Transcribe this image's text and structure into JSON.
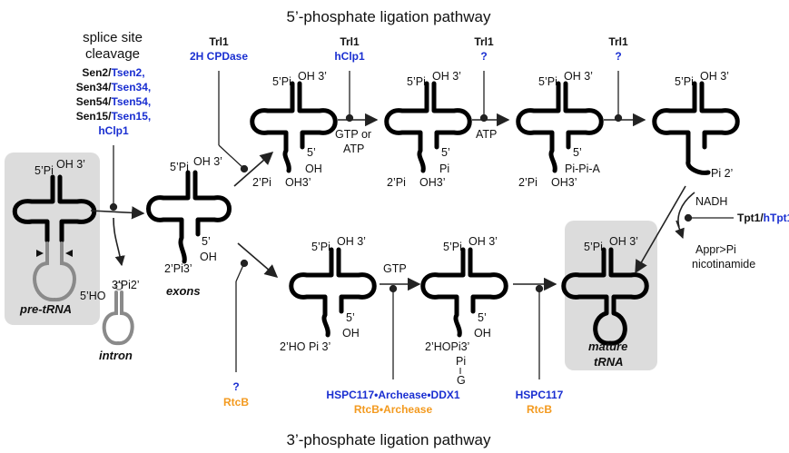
{
  "titles": {
    "top": "5’-phosphate ligation pathway",
    "bottom": "3’-phosphate ligation pathway"
  },
  "splice": {
    "heading1": "splice site",
    "heading2": "cleavage",
    "enzymes": [
      {
        "black": "Sen2/",
        "blue": "Tsen2,"
      },
      {
        "black": "Sen34/",
        "blue": "Tsen34,"
      },
      {
        "black": "Sen54/",
        "blue": "Tsen54,"
      },
      {
        "black": "Sen15/",
        "blue": "Tsen15,"
      }
    ],
    "last": "hClp1"
  },
  "molecules": {
    "pre_trna": "pre-tRNA",
    "intron": "intron",
    "exons": "exons",
    "mature1": "mature",
    "mature2": "tRNA"
  },
  "ends": {
    "p5": "5’Pi",
    "oh3": "OH 3’",
    "p2": "2’Pi",
    "oh3b": "OH3’",
    "ho5": "5’HO",
    "pi2": "3’Pi2’",
    "five": "5’",
    "oh": "OH",
    "pi": "Pi",
    "pipia": "Pi-Pi-A",
    "pi2b": "Pi 2’",
    "p23": "2’Pi3’",
    "hop3": "2’HO Pi 3’",
    "hop3b": "2’HOPi3’",
    "g": "G"
  },
  "top_enzymes": [
    {
      "black": "Trl1",
      "blue": "2H CPDase"
    },
    {
      "black": "Trl1",
      "blue": "hClp1"
    },
    {
      "black": "Trl1",
      "blue": "?"
    },
    {
      "black": "Trl1",
      "blue": "?"
    }
  ],
  "cofactors": {
    "gtp_atp1": "GTP or",
    "gtp_atp2": "ATP",
    "atp": "ATP",
    "gtp": "GTP",
    "nadh": "NADH",
    "appr": "Appr>Pi",
    "nicotinamide": "nicotinamide"
  },
  "tpt": {
    "black": "Tpt1/",
    "blue": "hTpt1"
  },
  "bottom_enzymes": {
    "first_blue": "?",
    "first_orange": "RtcB",
    "second_blue": "HSPC117•Archease•DDX1",
    "second_orange": "RtcB•Archease",
    "third_blue": "HSPC117",
    "third_orange": "RtcB"
  },
  "colors": {
    "human": "#1a2fd1",
    "bacterial": "#f39a1f",
    "box": "#dcdcdc"
  }
}
